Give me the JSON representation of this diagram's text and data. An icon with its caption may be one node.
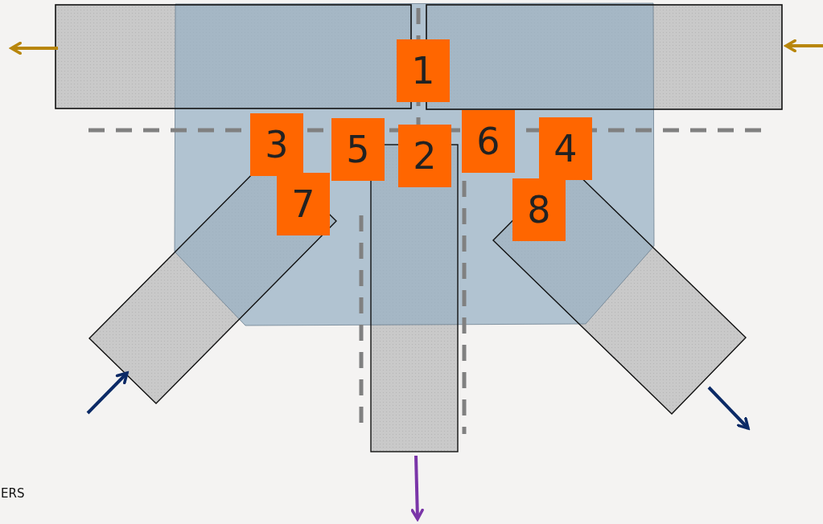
{
  "diagram": {
    "labels": [
      "1",
      "3",
      "5",
      "2",
      "6",
      "4",
      "7",
      "8",
      "ERS"
    ]
  }
}
